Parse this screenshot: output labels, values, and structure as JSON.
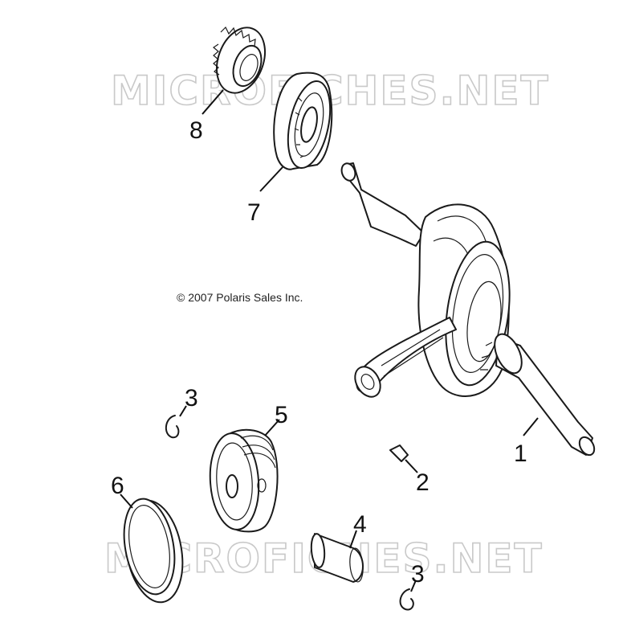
{
  "watermark": {
    "top": "MICROFICHES.NET",
    "bottom": "MICROFICHES.NET"
  },
  "copyright": "© 2007 Polaris Sales Inc.",
  "callouts": {
    "crankshaft": "1",
    "key": "2",
    "clip_upper": "3",
    "clip_lower": "3",
    "piston_pin": "4",
    "piston": "5",
    "ring_set": "6",
    "bearing": "7",
    "gear": "8"
  }
}
